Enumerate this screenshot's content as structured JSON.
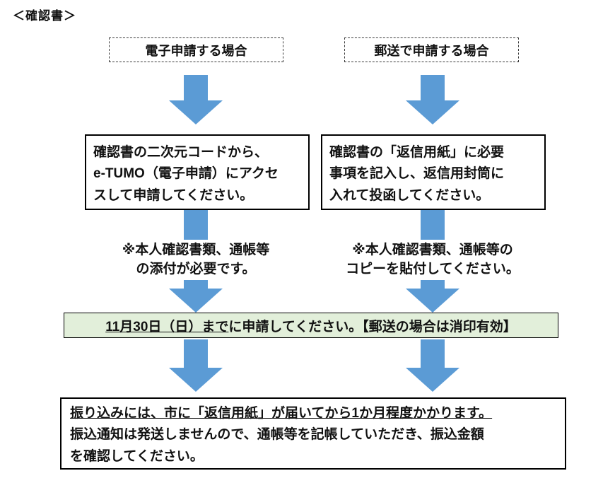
{
  "page": {
    "title": "＜確認書＞"
  },
  "columns": {
    "electronic": {
      "header": "電子申請する場合",
      "step_lines": [
        "確認書の二次元コードから、",
        "e-TUMO（電子申請）にアクセ",
        "スして申請してください。"
      ],
      "note_lines": [
        "※本人確認書類、通帳等",
        "の添付が必要です。"
      ]
    },
    "mail": {
      "header": "郵送で申請する場合",
      "step_lines": [
        "確認書の「返信用紙」に必要",
        "事項を記入し、返信用封筒に",
        "入れて投函してください。"
      ],
      "note_lines": [
        "※本人確認書類、通帳等の",
        "コピーを貼付してください。"
      ]
    }
  },
  "deadline": {
    "underlined": "11月30日（日）まで",
    "rest": "に申請してください。【郵送の場合は消印有効】"
  },
  "footer": {
    "line1_underlined": "振り込みには、市に「返信用紙」が届いてから1か月程度かかります。",
    "line2": "振込通知は発送しませんので、通帳等を記帳していただき、振込金額",
    "line3": "を確認してください。"
  },
  "colors": {
    "arrow": "#5B9BD5",
    "deadline_bg": "#E2EFDA",
    "border": "#000000"
  }
}
